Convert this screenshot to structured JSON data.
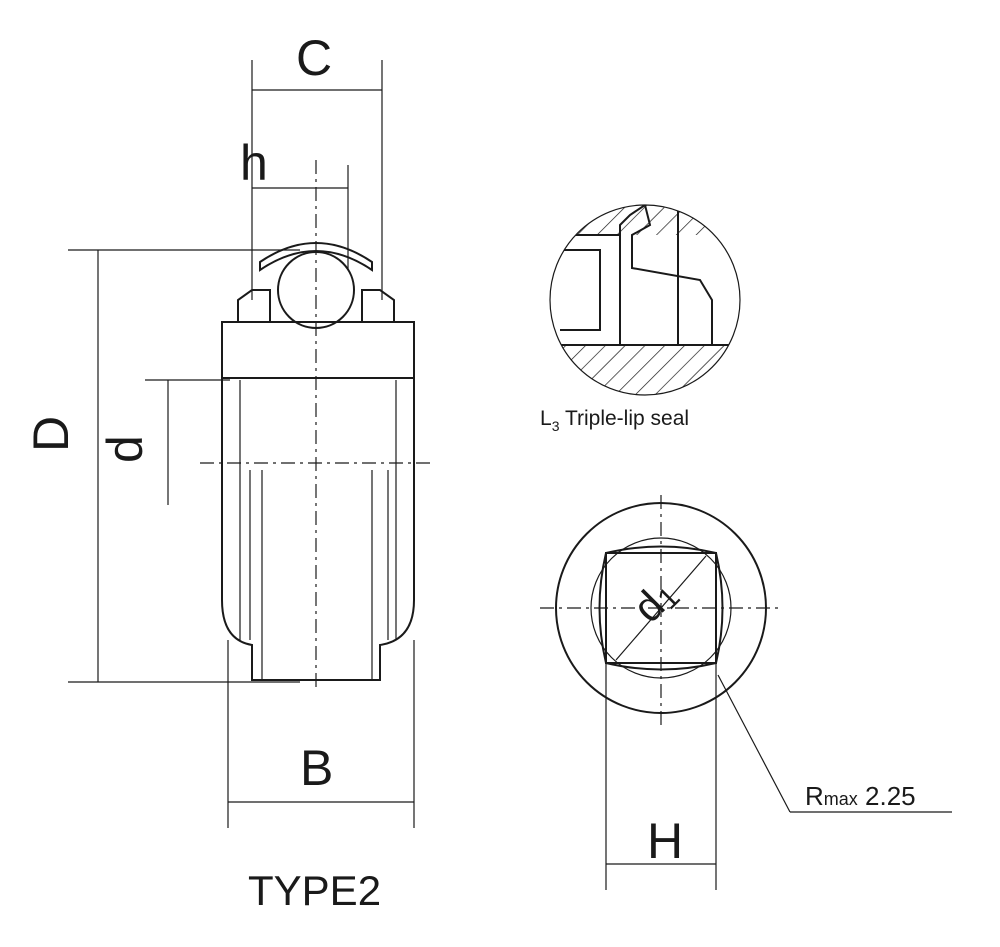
{
  "labels": {
    "C": "C",
    "h": "h",
    "D": "D",
    "d": "d",
    "B": "B",
    "type": "TYPE2",
    "seal_L": "L",
    "seal_sub": "3",
    "seal_text": "Triple-lip seal",
    "d1_main": "d",
    "d1_sub": "1",
    "R": "R",
    "R_sub": "max",
    "R_val": "2.25",
    "H": "H"
  },
  "colors": {
    "ink": "#1a1a1a",
    "background": "#ffffff"
  }
}
